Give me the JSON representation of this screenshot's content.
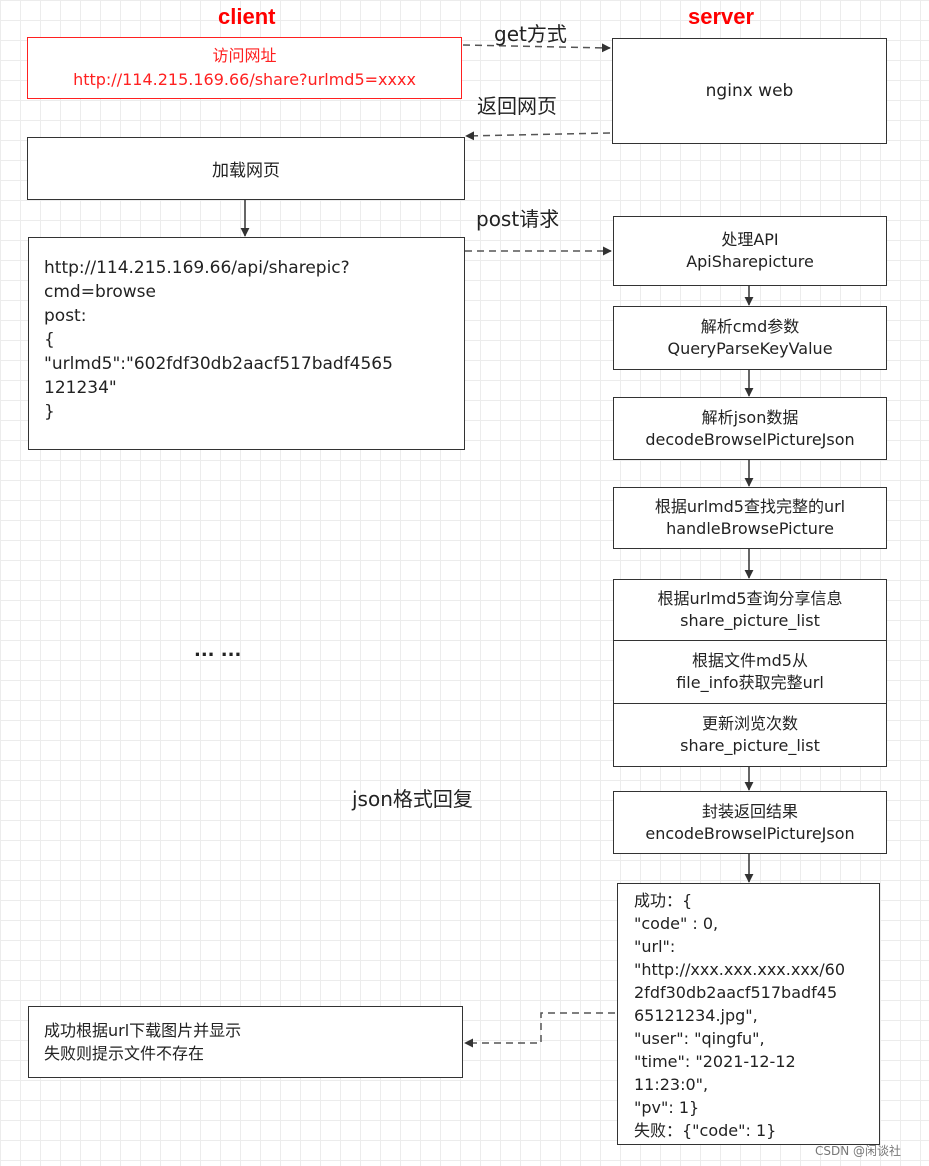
{
  "headers": {
    "client": "client",
    "server": "server"
  },
  "labels": {
    "get": "get方式",
    "return_page": "返回网页",
    "post": "post请求",
    "ellipsis": "... ...",
    "json_reply": "json格式回复"
  },
  "client": {
    "visit": {
      "line1": "访问网址",
      "line2": "http://114.215.169.66/share?urlmd5=xxxx"
    },
    "load": "加载网页",
    "request": [
      "http://114.215.169.66/api/sharepic?",
      "cmd=browse",
      "post:",
      "{",
      "\"urlmd5\":\"602fdf30db2aacf517badf4565",
      "121234\"",
      "}"
    ],
    "result": {
      "line1": "成功根据url下载图片并显示",
      "line2": "失败则提示文件不存在"
    }
  },
  "server": {
    "nginx": "nginx web",
    "steps": [
      {
        "line1": "处理API",
        "line2": "ApiSharepicture"
      },
      {
        "line1": "解析cmd参数",
        "line2": "QueryParseKeyValue"
      },
      {
        "line1": "解析json数据",
        "line2": "decodeBrowselPictureJson"
      },
      {
        "line1": "根据urlmd5查找完整的url",
        "line2": "handleBrowsePicture"
      },
      {
        "line1": "根据urlmd5查询分享信息",
        "line2": "share_picture_list"
      },
      {
        "line1": "根据文件md5从",
        "line2": "file_info获取完整url"
      },
      {
        "line1": "更新浏览次数",
        "line2": "share_picture_list"
      },
      {
        "line1": "封装返回结果",
        "line2": "encodeBrowselPictureJson"
      }
    ],
    "response": [
      "成功：{",
      "\"code\"  : 0,",
      "\"url\":",
      "\"http://xxx.xxx.xxx.xxx/60",
      "2fdf30db2aacf517badf45",
      "65121234.jpg\",",
      "\"user\": \"qingfu\",",
      "\"time\": \"2021-12-12",
      "11:23:0\",",
      "\"pv\": 1}",
      "失败：{\"code\": 1}"
    ]
  },
  "watermark": "CSDN @闲谈社"
}
